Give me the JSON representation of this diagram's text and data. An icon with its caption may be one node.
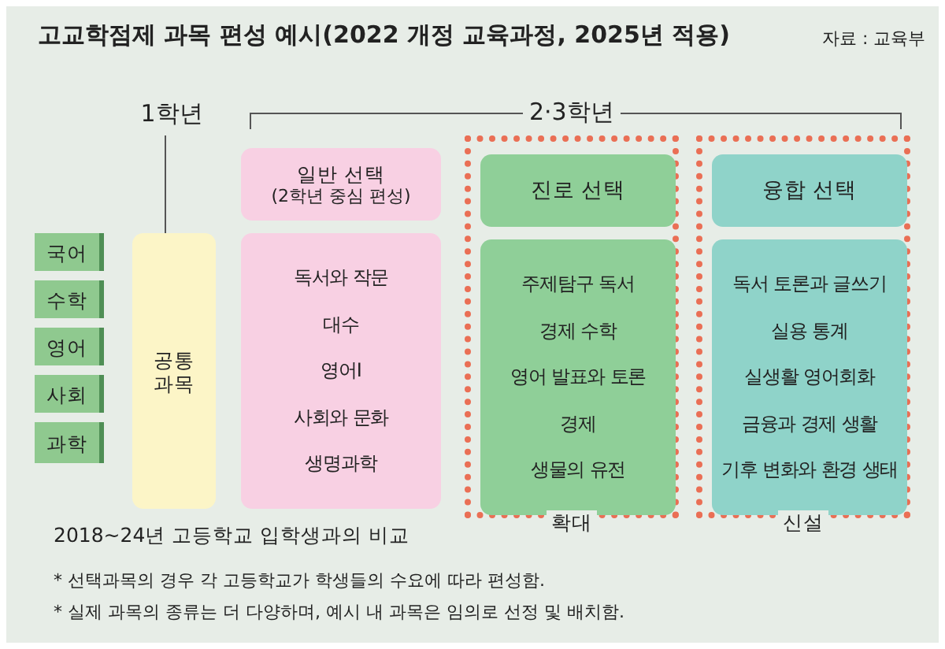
{
  "diagram": {
    "title": "고교학점제 과목 편성 예시(2022 개정 교육과정, 2025년 적용)",
    "nodes": [
      {
        "text": [
          "1학년"
        ]
      },
      {
        "text": [
          "국어"
        ]
      },
      {
        "text": [
          "수학"
        ]
      },
      {
        "text": [
          "영어"
        ]
      },
      {
        "text": [
          "사회"
        ]
      },
      {
        "text": [
          "과학"
        ]
      },
      {
        "text": [
          "공통 과목"
        ]
      },
      {
        "text": [
          "일반 선택",
          "(2학년 중심 편성)"
        ]
      },
      {
        "text": [
          "독서와 작문",
          "대수",
          "영어Ⅰ",
          "사회와 문화",
          "생명과학"
        ]
      },
      {
        "text": [],
        "shape": "box",
        "beside": [
          "확대"
        ]
      },
      {
        "text": [
          "진로 선택"
        ],
        "in": 9
      },
      {
        "text": [
          "주제탐구 독서",
          "경제 수학",
          "영어 발표와 토론",
          "경제",
          "생물의 유전"
        ],
        "in": 9
      },
      {
        "text": [],
        "shape": "box",
        "beside": [
          "신설"
        ]
      },
      {
        "text": [
          "융합 선택"
        ],
        "in": 12
      },
      {
        "text": [
          "독서 토론과 글쓰기",
          "실용 통계",
          "실생활 영어회화",
          "금융과 경제 생활",
          "기후 변화와 환경 생태"
        ],
        "in": 12
      }
    ],
    "edges": [
      {
        "from": 0,
        "to": 6,
        "arrow": "none"
      }
    ],
    "labels": [
      "자료 : 교육부",
      "2·3학년",
      "2018~24년 고등학교 입학생과의 비교",
      "* 선택과목의 경우 각 고등학교가 학생들의 수요에 따라 편성함.",
      "* 실제 과목의 종류는 더 다양하며, 예시 내 과목은 임의로 선정 및 배치함."
    ]
  }
}
